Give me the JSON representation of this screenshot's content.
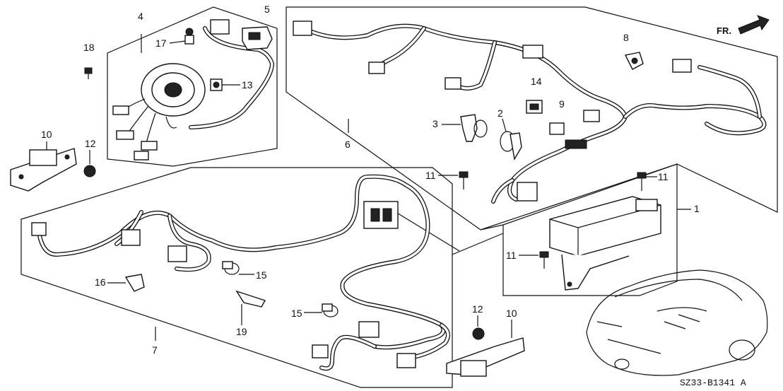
{
  "diagram": {
    "code": "SZ33-B1341 A",
    "front_arrow": "FR.",
    "callouts": [
      "1",
      "2",
      "3",
      "4",
      "5",
      "6",
      "7",
      "8",
      "9",
      "10",
      "10",
      "11",
      "11",
      "11",
      "12",
      "12",
      "13",
      "14",
      "15",
      "15",
      "16",
      "17",
      "18",
      "19"
    ]
  },
  "labels": {
    "n1": "1",
    "n2": "2",
    "n3": "3",
    "n4": "4",
    "n5": "5",
    "n6": "6",
    "n7": "7",
    "n8": "8",
    "n9": "9",
    "n10a": "10",
    "n10b": "10",
    "n11a": "11",
    "n11b": "11",
    "n11c": "11",
    "n12a": "12",
    "n12b": "12",
    "n13": "13",
    "n14": "14",
    "n15a": "15",
    "n15b": "15",
    "n16": "16",
    "n17": "17",
    "n18": "18",
    "n19": "19"
  }
}
